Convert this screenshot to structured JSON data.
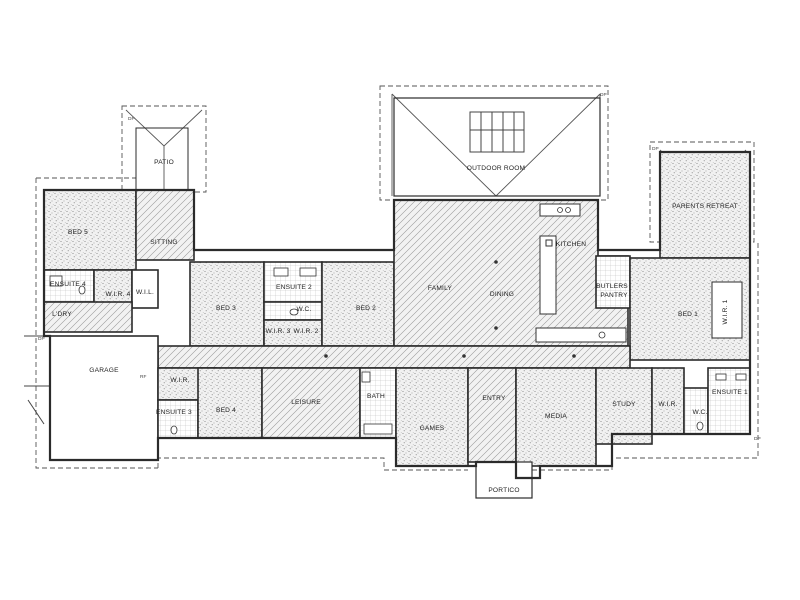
{
  "rooms": {
    "patio": "PATIO",
    "outdoor_room": "OUTDOOR ROOM",
    "parents_retreat": "PARENTS RETREAT",
    "bed5": "BED 5",
    "sitting": "SITTING",
    "kitchen": "KITCHEN",
    "ensuite4": "ENSUITE 4",
    "wir4": "W.I.R. 4",
    "wil": "W.I.L.",
    "ldry": "L'DRY",
    "bed3": "BED 3",
    "ensuite2": "ENSUITE 2",
    "wc_center": "W.C.",
    "bed2": "BED 2",
    "wir3": "W.I.R. 3",
    "wir2": "W.I.R. 2",
    "family": "FAMILY",
    "dining": "DINING",
    "butlers": "BUTLERS",
    "pantry": "PANTRY",
    "bed1": "BED 1",
    "wir1": "W.I.R. 1",
    "garage": "GARAGE",
    "wir_garage": "W.I.R.",
    "ensuite3": "ENSUITE 3",
    "bed4": "BED 4",
    "leisure": "LEISURE",
    "bath": "BATH",
    "entry": "ENTRY",
    "games": "GAMES",
    "media": "MEDIA",
    "study": "STUDY",
    "wir_right": "W.I.R.",
    "wc_right": "W.C.",
    "ensuite1": "ENSUITE 1",
    "portico": "PORTICO"
  },
  "markers": {
    "dp": "DP",
    "rf": "RF"
  }
}
